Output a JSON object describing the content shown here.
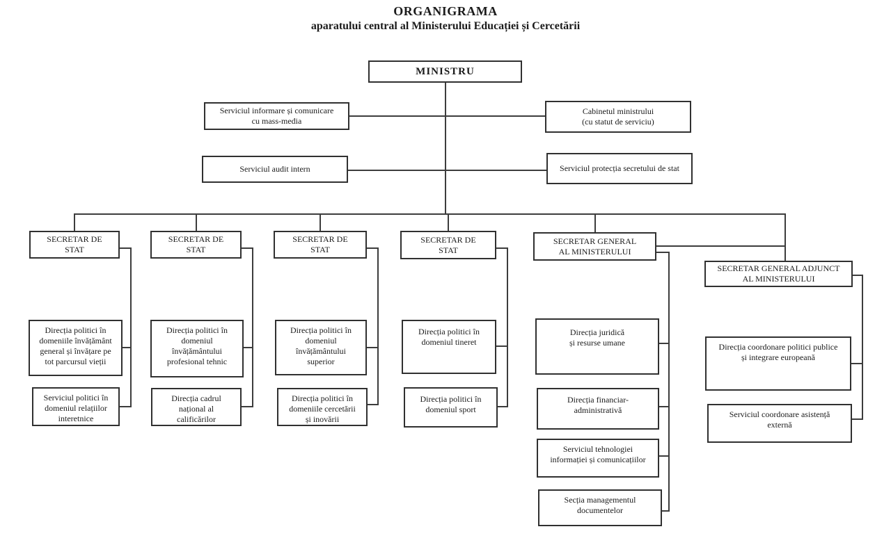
{
  "title": {
    "line1": "ORGANIGRAMA",
    "line2": "aparatului central al Ministerului Educației și Cercetării"
  },
  "nodes": {
    "ministru": "MINISTRU",
    "serviciul_informare": "Serviciul informare și comunicare\ncu mass-media",
    "serviciul_audit": "Serviciul audit intern",
    "cabinetul_ministrului": "Cabinetul ministrului\n(cu statut de serviciu)",
    "serviciul_protectia": "Serviciul protecția secretului de stat",
    "secretar_stat_1": "SECRETAR DE\nSTAT",
    "secretar_stat_2": "SECRETAR DE\nSTAT",
    "secretar_stat_3": "SECRETAR DE\nSTAT",
    "secretar_stat_4": "SECRETAR DE\nSTAT",
    "secretar_general": "SECRETAR GENERAL\nAL MINISTERULUI",
    "secretar_general_adjunct": "SECRETAR GENERAL ADJUNCT\nAL MINISTERULUI",
    "dir_invatamant_general": "Direcția politici în\ndomeniile învățământ\ngeneral și învățare pe\ntot parcursul vieții",
    "serv_relatii_interetnice": "Serviciul politici în\ndomeniul relațiilor\ninteretnice",
    "dir_profesional_tehnic": "Direcția politici în\ndomeniul\nînvățământului\nprofesional tehnic",
    "dir_cadrul_national": "Direcția cadrul\nnațional al\ncalificărilor",
    "dir_invatamant_superior": "Direcția politici în\ndomeniul\nînvățământului\nsuperior",
    "dir_cercetare_inovare": "Direcția politici în\ndomeniile cercetării\nși inovării",
    "dir_tineret": "Direcția politici în\ndomeniul tineret",
    "dir_sport": "Direcția politici în\ndomeniul sport",
    "dir_juridica": "Direcția juridică\nși resurse umane",
    "dir_financiar": "Direcția financiar-\nadministrativă",
    "serv_tehnologii": "Serviciul tehnologiei\ninformației și comunicațiilor",
    "sectia_management": "Secția managementul\ndocumentelor",
    "dir_coordonare_politici": "Direcția coordonare politici publice\nși integrare europeană",
    "serv_coordonare_asistenta": "Serviciul coordonare asistență\nexternă"
  }
}
